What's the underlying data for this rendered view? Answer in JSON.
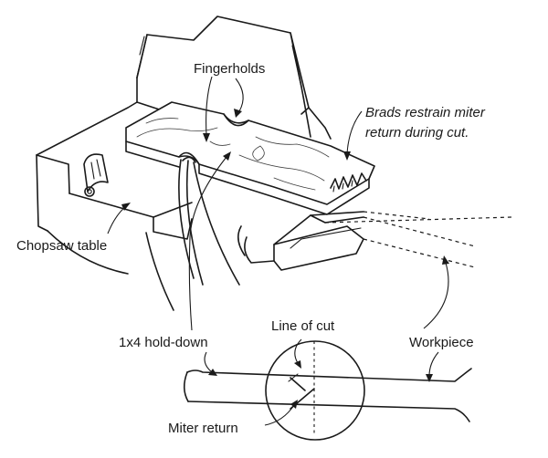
{
  "labels": {
    "fingerholds": "Fingerholds",
    "brads_line1": "Brads restrain miter",
    "brads_line2": "return during cut.",
    "chopsaw_table": "Chopsaw table",
    "hold_down": "1x4 hold-down",
    "line_of_cut": "Line of cut",
    "workpiece": "Workpiece",
    "miter_return": "Miter return"
  },
  "colors": {
    "ink": "#1a1a1a",
    "background": "#ffffff"
  }
}
